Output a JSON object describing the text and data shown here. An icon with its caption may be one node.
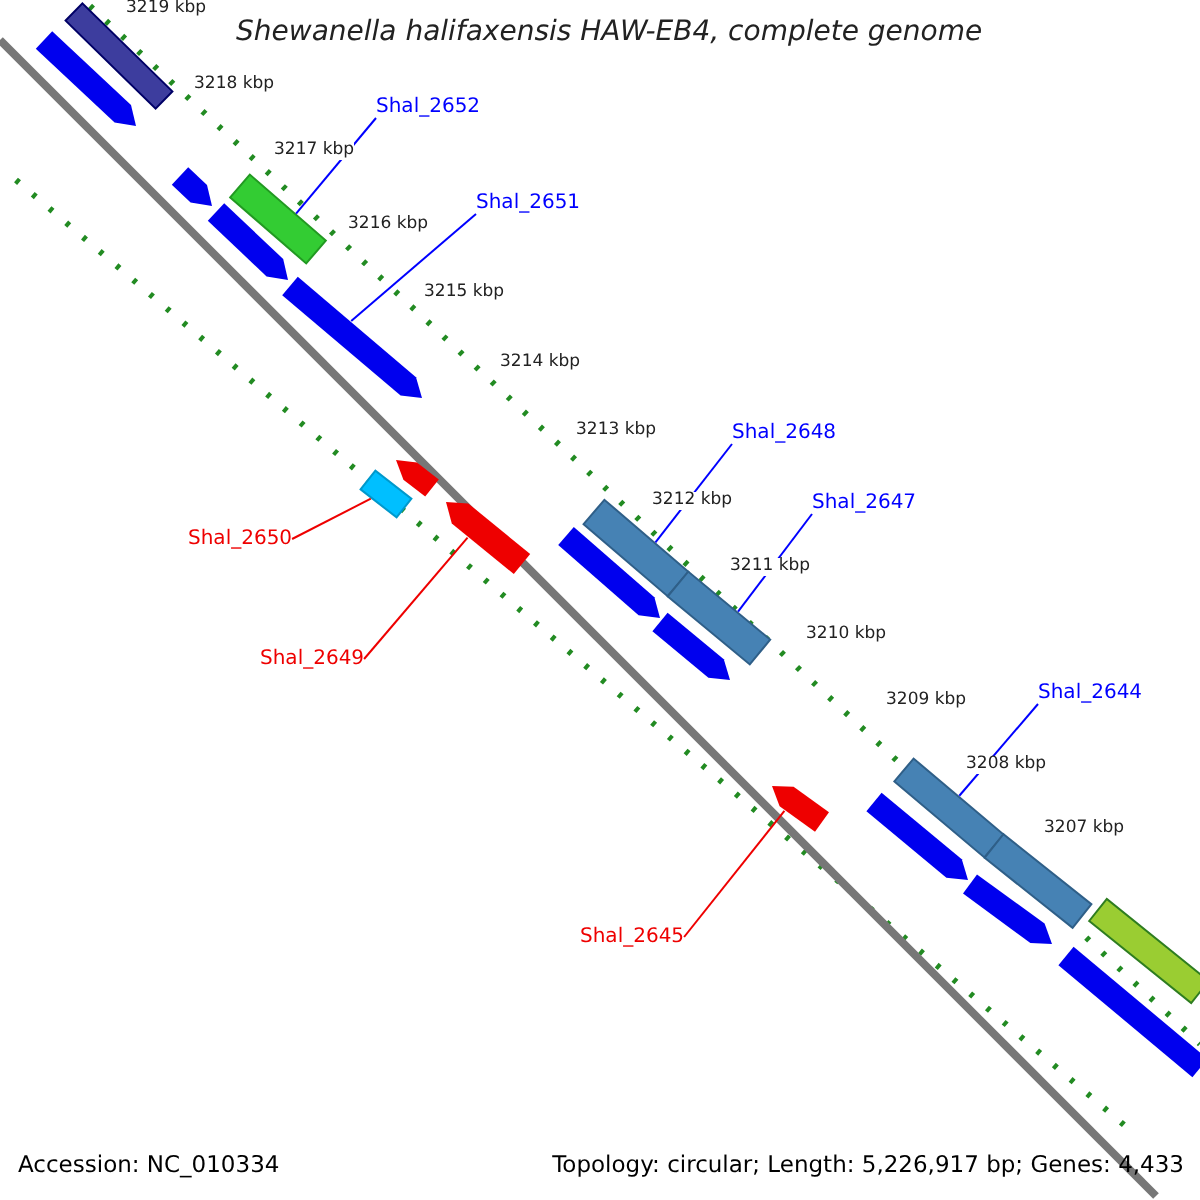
{
  "diagram": {
    "title": "Shewanella halifaxensis HAW-EB4, complete genome",
    "nodes": [
      {
        "text": [
          "Shal_2652"
        ]
      },
      {
        "text": [],
        "shape": "bar"
      },
      {
        "text": [
          "Shal_2651"
        ]
      },
      {
        "text": [],
        "shape": "bar"
      },
      {
        "text": [
          "Shal_2648"
        ]
      },
      {
        "text": [],
        "shape": "bar"
      },
      {
        "text": [
          "Shal_2647"
        ]
      },
      {
        "text": [],
        "shape": "bar"
      },
      {
        "text": [
          "Shal_2650"
        ]
      },
      {
        "text": [],
        "shape": "bar"
      },
      {
        "text": [
          "Shal_2649"
        ]
      },
      {
        "text": [],
        "shape": "bar"
      },
      {
        "text": [
          "Shal_2645"
        ]
      },
      {
        "text": [],
        "shape": "bar"
      },
      {
        "text": [
          "Shal_2644"
        ]
      },
      {
        "text": [],
        "shape": "bar"
      },
      {
        "text": [],
        "shape": "bar"
      },
      {
        "text": [],
        "shape": "bar"
      },
      {
        "text": [],
        "shape": "bar"
      },
      {
        "text": [],
        "shape": "bar"
      },
      {
        "text": [],
        "shape": "bar"
      },
      {
        "text": [],
        "shape": "bar"
      },
      {
        "text": [],
        "shape": "bar"
      },
      {
        "text": [],
        "shape": "bar"
      },
      {
        "text": [],
        "shape": "bar"
      },
      {
        "text": [],
        "shape": "bar"
      },
      {
        "text": [],
        "shape": "bar"
      },
      {
        "text": [],
        "shape": "bar"
      }
    ],
    "edges": [
      {
        "from": 0,
        "to": 1,
        "arrow": "none"
      },
      {
        "from": 2,
        "to": 3,
        "arrow": "none"
      },
      {
        "from": 4,
        "to": 5,
        "arrow": "none"
      },
      {
        "from": 6,
        "to": 7,
        "arrow": "none"
      },
      {
        "from": 8,
        "to": 9,
        "arrow": "none",
        "color": "#ee0000"
      },
      {
        "from": 10,
        "to": 11,
        "arrow": "none",
        "color": "#ee0000"
      },
      {
        "from": 12,
        "to": 13,
        "arrow": "none",
        "color": "#ee0000"
      },
      {
        "from": 14,
        "to": 15,
        "arrow": "none"
      }
    ],
    "labels": [
      "3219 kbp",
      "3218 kbp",
      "3217 kbp",
      "3216 kbp",
      "3215 kbp",
      "3214 kbp",
      "3213 kbp",
      "3212 kbp",
      "3211 kbp",
      "3210 kbp",
      "3209 kbp",
      "3208 kbp",
      "3207 kbp",
      "Accession: NC_010334",
      "Topology: circular; Length: 5,226,917 bp; Genes: 4,433"
    ]
  }
}
